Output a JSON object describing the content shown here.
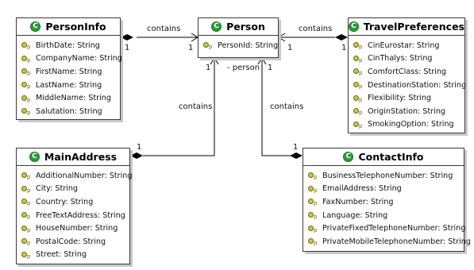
{
  "classes": {
    "person_info": {
      "name": "PersonInfo",
      "attributes": [
        "BirthDate: String",
        "CompanyName: String",
        "FirstName: String",
        "LastName: String",
        "MiddleName: String",
        "Salutation: String"
      ]
    },
    "person": {
      "name": "Person",
      "attributes": [
        "PersonId: String"
      ]
    },
    "travel_preferences": {
      "name": "TravelPreferences",
      "attributes": [
        "CinEurostar: String",
        "CinThalys: String",
        "ComfortClass: String",
        "DestinationStation: String",
        "Flexibility: String",
        "OriginStation: String",
        "SmokingOption: String"
      ]
    },
    "main_address": {
      "name": "MainAddress",
      "attributes": [
        "AdditionalNumber: String",
        "City: String",
        "Country: String",
        "FreeTextAddress: String",
        "HouseNumber: String",
        "PostalCode: String",
        "Street: String"
      ]
    },
    "contact_info": {
      "name": "ContactInfo",
      "attributes": [
        "BusinessTelephoneNumber: String",
        "EmailAddress: String",
        "FaxNumber: String",
        "Language: String",
        "PrivateFixedTelephoneNumber: String",
        "PrivateMobileTelephoneNumber: String"
      ]
    }
  },
  "icons": {
    "class_icon": "C",
    "attribute_visibility": "p"
  },
  "connectors": {
    "personinfo_person": {
      "label": "contains",
      "source_multiplicity": "1",
      "target_multiplicity": "1"
    },
    "travel_person": {
      "label": "contains",
      "source_multiplicity": "1",
      "target_multiplicity": "1"
    },
    "mainaddress_person": {
      "label": "contains",
      "source_multiplicity": "1",
      "target_multiplicity": "1",
      "role": "- person"
    },
    "contactinfo_person": {
      "label": "contains",
      "source_multiplicity": "1",
      "target_multiplicity": "1"
    }
  },
  "colors": {
    "class_icon": "#2e9a3c",
    "attribute_icon": "#c8c45a",
    "border": "#3a3a3a",
    "shadow": "#c8c8c8"
  }
}
